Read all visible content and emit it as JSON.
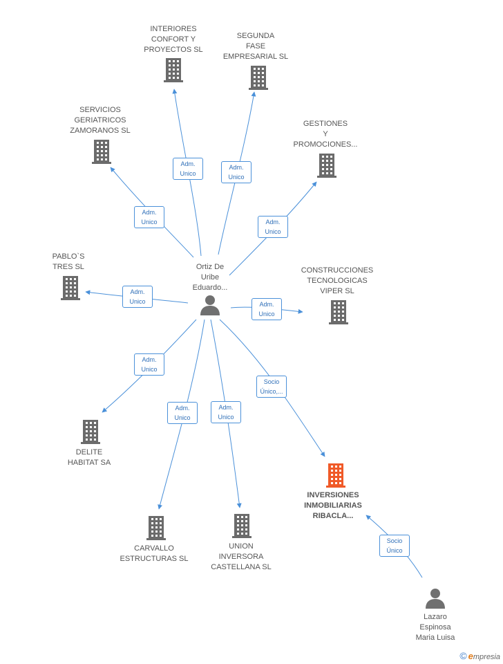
{
  "colors": {
    "edge": "#4a90d9",
    "company": "#6b6b6b",
    "highlight": "#f05a28",
    "person": "#707070"
  },
  "nodes": [
    {
      "id": "ortiz",
      "kind": "person",
      "label": "Ortiz De\nUribe\nEduardo..."
    },
    {
      "id": "lazaro",
      "kind": "person",
      "label": "Lazaro\nEspinosa\nMaria Luisa"
    },
    {
      "id": "interiores",
      "kind": "company",
      "label": "INTERIORES\nCONFORT Y\nPROYECTOS SL"
    },
    {
      "id": "segunda",
      "kind": "company",
      "label": "SEGUNDA\nFASE\nEMPRESARIAL SL"
    },
    {
      "id": "servicios",
      "kind": "company",
      "label": "SERVICIOS\nGERIATRICOS\nZAMORANOS SL"
    },
    {
      "id": "gestiones",
      "kind": "company",
      "label": "GESTIONES\nY\nPROMOCIONES..."
    },
    {
      "id": "pablos",
      "kind": "company",
      "label": "PABLO`S\nTRES SL"
    },
    {
      "id": "construcciones",
      "kind": "company",
      "label": "CONSTRUCCIONES\nTECNOLOGICAS\nVIPER SL"
    },
    {
      "id": "delite",
      "kind": "company",
      "label": "DELITE\nHABITAT SA"
    },
    {
      "id": "carvallo",
      "kind": "company",
      "label": "CARVALLO\nESTRUCTURAS SL"
    },
    {
      "id": "union",
      "kind": "company",
      "label": "UNION\nINVERSORA\nCASTELLANA SL"
    },
    {
      "id": "inversiones",
      "kind": "company-highlight",
      "label": "INVERSIONES\nINMOBILIARIAS\nRIBACLA..."
    }
  ],
  "edges": [
    {
      "from": "ortiz",
      "to": "interiores",
      "label": "Adm.\nUnico"
    },
    {
      "from": "ortiz",
      "to": "segunda",
      "label": "Adm.\nUnico"
    },
    {
      "from": "ortiz",
      "to": "servicios",
      "label": "Adm.\nUnico"
    },
    {
      "from": "ortiz",
      "to": "gestiones",
      "label": "Adm.\nUnico"
    },
    {
      "from": "ortiz",
      "to": "pablos",
      "label": "Adm.\nUnico"
    },
    {
      "from": "ortiz",
      "to": "construcciones",
      "label": "Adm.\nUnico"
    },
    {
      "from": "ortiz",
      "to": "delite",
      "label": "Adm.\nUnico"
    },
    {
      "from": "ortiz",
      "to": "carvallo",
      "label": "Adm.\nUnico"
    },
    {
      "from": "ortiz",
      "to": "union",
      "label": "Adm.\nUnico"
    },
    {
      "from": "ortiz",
      "to": "inversiones",
      "label": "Socio\nÚnico,..."
    },
    {
      "from": "lazaro",
      "to": "inversiones",
      "label": "Socio\nÚnico"
    }
  ],
  "footer": {
    "copyright": "©",
    "brand_e": "e",
    "brand_rest": "mpresia"
  }
}
